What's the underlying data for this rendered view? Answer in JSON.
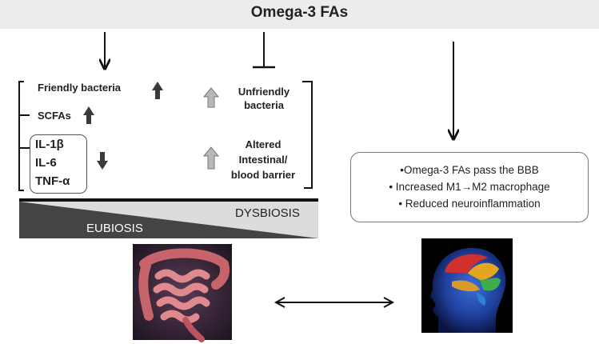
{
  "title": "Omega-3 FAs",
  "left_panel": {
    "friendly_bacteria": "Friendly bacteria",
    "scfas": "SCFAs",
    "cytokines": [
      "IL-1β",
      "IL-6",
      "TNF-α"
    ],
    "unfriendly_bacteria": [
      "Unfriendly",
      "bacteria"
    ],
    "barrier": [
      "Altered",
      "Intestinal/",
      "blood barrier"
    ]
  },
  "balance": {
    "dysbiosis": "DYSBIOSIS",
    "eubiosis": "EUBIOSIS"
  },
  "right_box": {
    "lines": [
      "•Omega-3 FAs pass the BBB",
      "• Increased M1→M2 macrophage",
      "• Reduced neuroinflammation"
    ]
  },
  "colors": {
    "up_arrow_dark": "#3a3a3a",
    "up_arrow_gray": "#9a9a9a",
    "eubiosis_fill": "#444444",
    "dysbiosis_fill": "#dcdcdc",
    "header_bg": "#ececec"
  },
  "icons": [
    "intestine-image",
    "brain-image"
  ]
}
